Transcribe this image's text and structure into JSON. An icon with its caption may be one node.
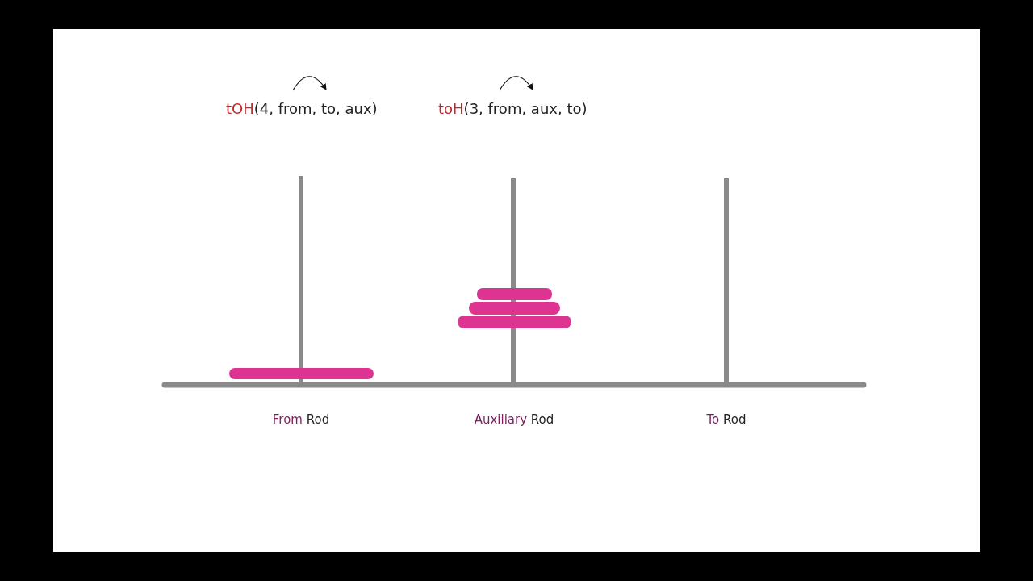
{
  "diagram": {
    "labels": [
      "tOH(4, from, to, aux)",
      "toH(3, from, aux, to)",
      "From Rod",
      "Auxiliary Rod",
      "To Rod"
    ]
  }
}
